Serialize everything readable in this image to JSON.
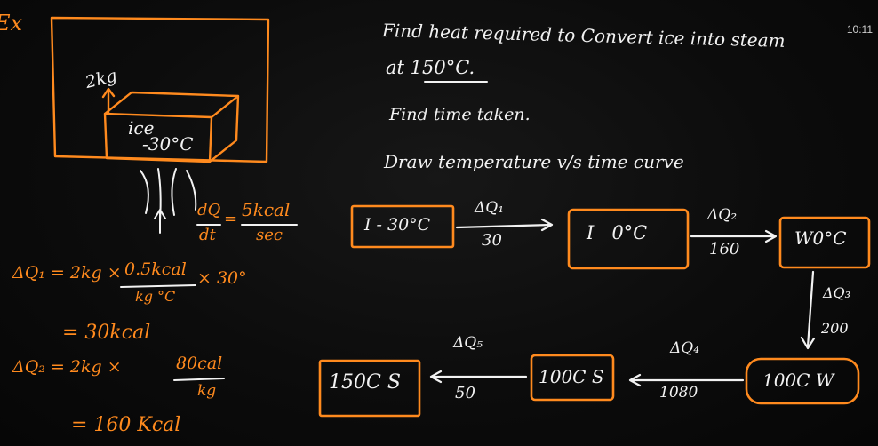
{
  "clock": "10:11",
  "corner_mark": "Ex",
  "question": {
    "line1": "Find heat required to Convert ice into steam",
    "line2": "at 150°C.",
    "line3": "Find time taken.",
    "line4": "Draw temperature v/s time curve"
  },
  "sketch": {
    "mass": "2kg",
    "block_name": "ice",
    "block_temp": "-30°C",
    "rate_num": "dQ",
    "rate_den": "dt",
    "rate_val_num": "5kcal",
    "rate_val_den": "sec"
  },
  "calc": {
    "dq1_lhs": "ΔQ₁ = 2kg × ",
    "dq1_frac_num": "0.5kcal",
    "dq1_frac_den": "kg °C",
    "dq1_rhs": "× 30°",
    "dq1_result": "= 30kcal",
    "dq2_lhs": "ΔQ₂ = 2kg × ",
    "dq2_frac_num": "80cal",
    "dq2_frac_den": "kg",
    "dq2_result": "= 160 Kcal"
  },
  "flow": {
    "box1": "I - 30°C",
    "box2": "I   0°C",
    "box3": "W0°C",
    "box4": "100C W",
    "box5": "100C S",
    "box6": "150C S",
    "a1_label": "ΔQ₁",
    "a1_value": "30",
    "a2_label": "ΔQ₂",
    "a2_value": "160",
    "a3_label": "ΔQ₃",
    "a3_value": "200",
    "a4_label": "ΔQ₄",
    "a4_value": "1080",
    "a5_label": "ΔQ₅",
    "a5_value": "50"
  },
  "colors": {
    "chalk_white": "#f2f2f2",
    "chalk_orange": "#ff8a1e",
    "board": "#0b0b0b"
  }
}
